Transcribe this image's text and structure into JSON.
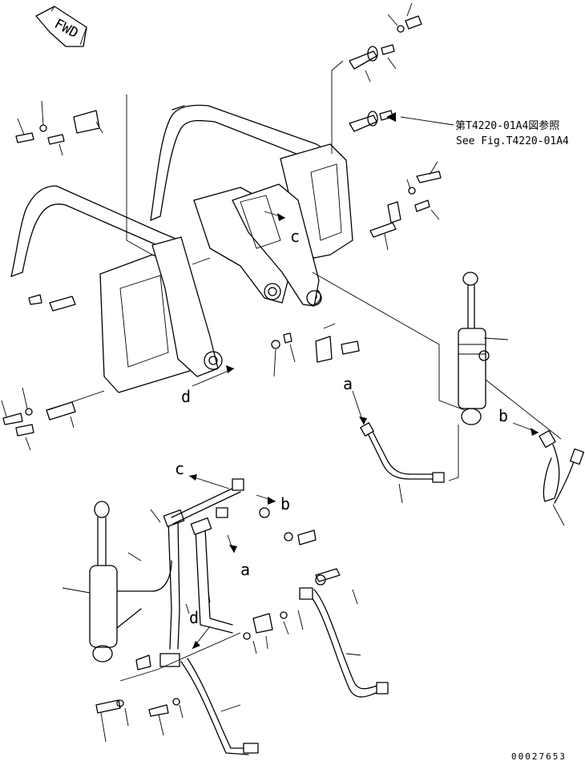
{
  "fwd_label": "FWD",
  "reference_note": {
    "japanese": "第T4220-01A4図参照",
    "english": "See Fig.T4220-01A4"
  },
  "connection_labels": {
    "a": "a",
    "b": "b",
    "c": "c",
    "d": "d"
  },
  "drawing_number": "00027653"
}
